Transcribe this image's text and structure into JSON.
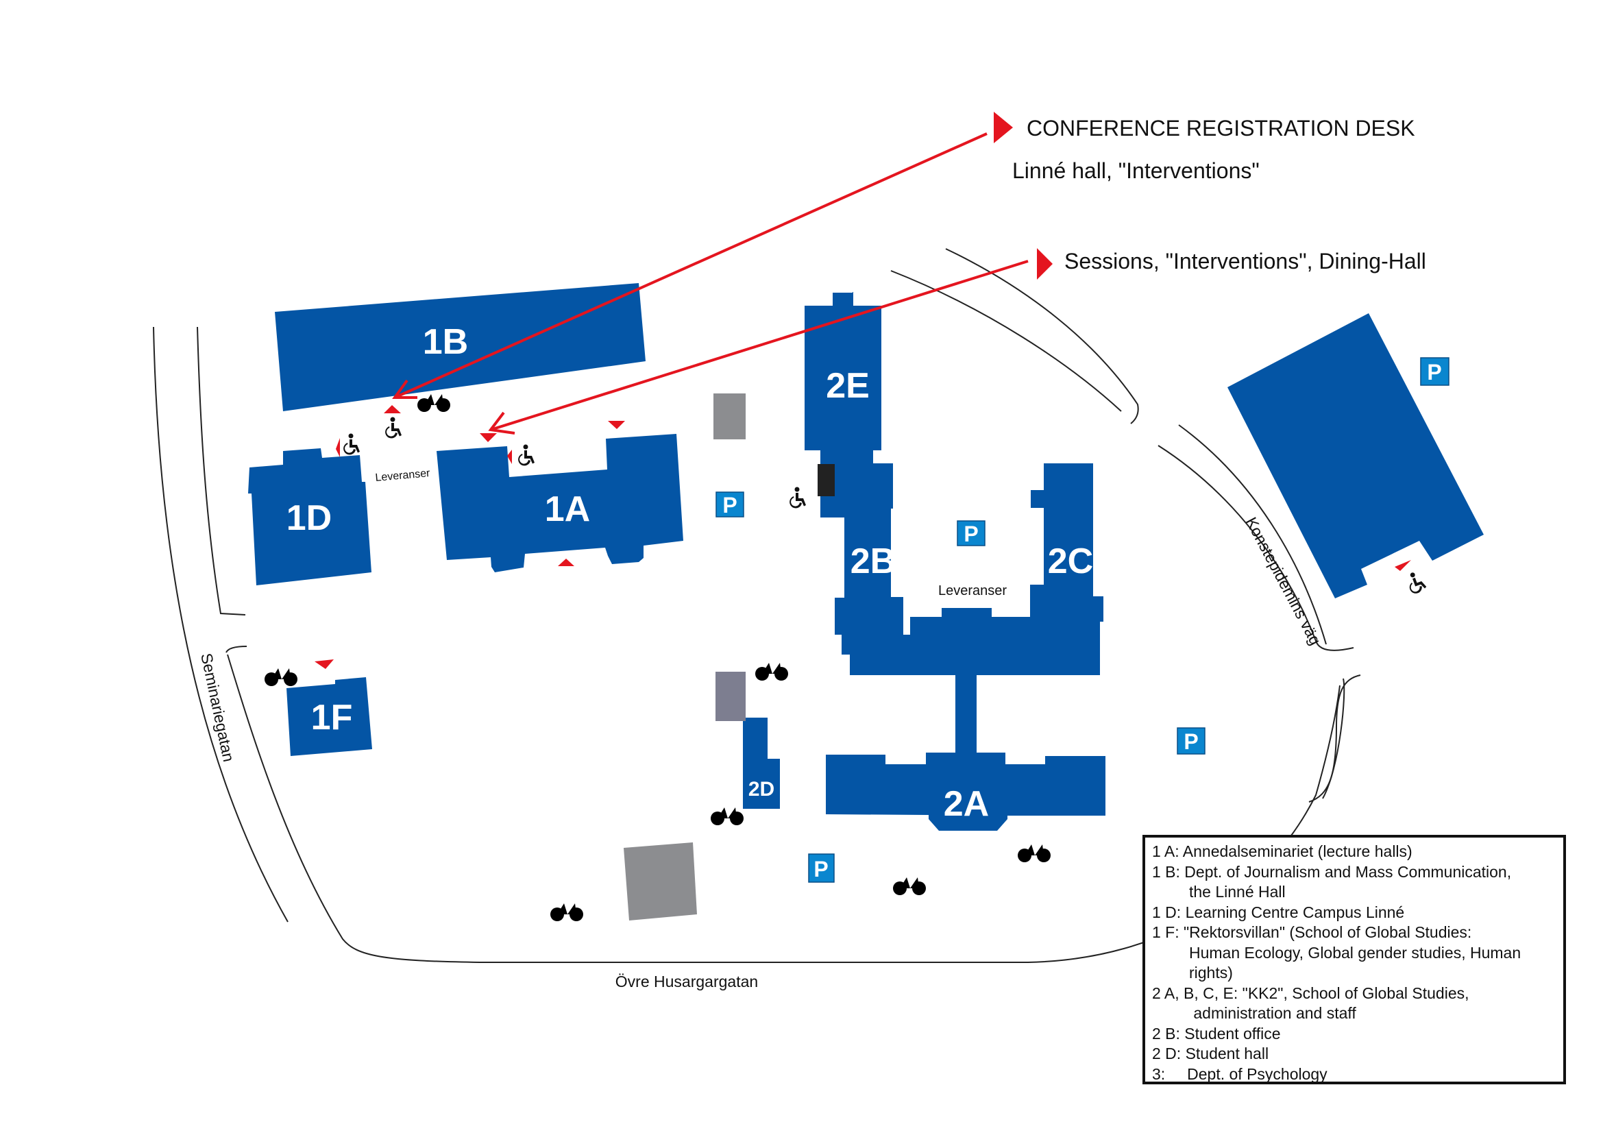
{
  "callouts": {
    "registration_desk": "CONFERENCE REGISTRATION DESK",
    "linne_hall": "Linné hall, \"Interventions\"",
    "sessions": "Sessions, \"Interventions\", Dining-Hall"
  },
  "buildings": {
    "b1A": "1A",
    "b1B": "1B",
    "b1D": "1D",
    "b1F": "1F",
    "b2A": "2A",
    "b2B": "2B",
    "b2C": "2C",
    "b2D": "2D",
    "b2E": "2E"
  },
  "labels": {
    "leveranser_1": "Leveranser",
    "leveranser_2": "Leveranser",
    "street_seminariegatan": "Seminariegatan",
    "street_konstepidemins": "Konstepidemins väg",
    "street_ovre_husargargatan": "Övre Husargargatan"
  },
  "parking": {
    "label": "P"
  },
  "icons": {
    "bicycle": "bicycle-icon",
    "wheelchair": "wheelchair-icon",
    "entrance": "entrance-marker-icon",
    "parking": "parking-icon"
  },
  "colors": {
    "building": "#0455a5",
    "parking": "#0a86cf",
    "accent_red": "#e4151f",
    "gray_building": "#8c8d90"
  },
  "legend": {
    "rows": [
      {
        "text": "1 A: Annedalseminariet (lecture halls)",
        "cont": false
      },
      {
        "text": "1 B: Dept. of Journalism and Mass Communication,",
        "cont": false
      },
      {
        "text": "the Linné Hall",
        "cont": true
      },
      {
        "text": "1 D: Learning Centre Campus Linné",
        "cont": false
      },
      {
        "text": "1 F: \"Rektorsvillan\" (School of Global Studies:",
        "cont": false
      },
      {
        "text": "Human Ecology, Global gender studies, Human",
        "cont": true
      },
      {
        "text": "rights)",
        "cont": true
      },
      {
        "text": "2 A, B, C, E: \"KK2\", School of Global Studies,",
        "cont": false
      },
      {
        "text": " administration and staff",
        "cont": true
      },
      {
        "text": "2 B: Student office",
        "cont": false
      },
      {
        "text": "2 D: Student hall",
        "cont": false
      },
      {
        "text": "3:     Dept. of Psychology",
        "cont": false
      }
    ]
  }
}
